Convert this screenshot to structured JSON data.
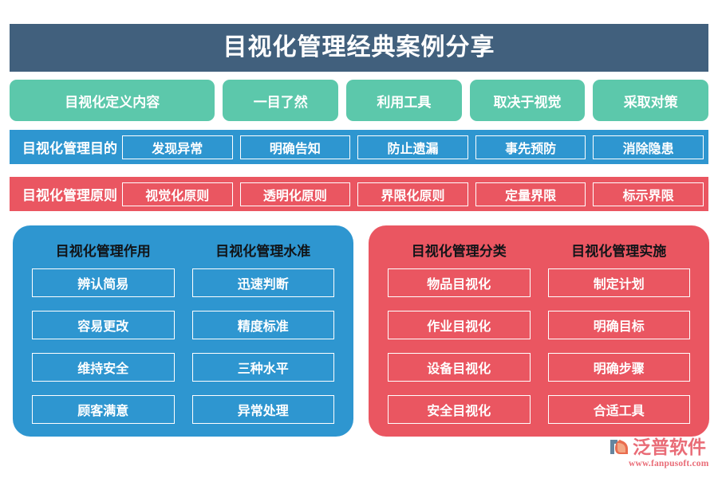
{
  "title": {
    "text": "目视化管理经典案例分享",
    "bg_color": "#41607d",
    "text_color": "#ffffff"
  },
  "definition_row": {
    "color": "#5cc8ab",
    "chips": [
      {
        "label": "目视化定义内容",
        "wide": true
      },
      {
        "label": "一目了然",
        "wide": false
      },
      {
        "label": "利用工具",
        "wide": false
      },
      {
        "label": "取决于视觉",
        "wide": false
      },
      {
        "label": "采取对策",
        "wide": false
      }
    ]
  },
  "purpose_band": {
    "color": "#2e96d0",
    "label": "目视化管理目的",
    "items": [
      "发现异常",
      "明确告知",
      "防止遗漏",
      "事先预防",
      "消除隐患"
    ]
  },
  "principle_band": {
    "color": "#ea5661",
    "label": "目视化管理原则",
    "items": [
      "视觉化原则",
      "透明化原则",
      "界限化原则",
      "定量界限",
      "标示界限"
    ]
  },
  "blue_panel": {
    "color": "#2e96d0",
    "columns": [
      {
        "heading": "目视化管理作用",
        "items": [
          "辨认简易",
          "容易更改",
          "维持安全",
          "顾客满意"
        ]
      },
      {
        "heading": "目视化管理水准",
        "items": [
          "迅速判断",
          "精度标准",
          "三种水平",
          "异常处理"
        ]
      }
    ]
  },
  "red_panel": {
    "color": "#ea5661",
    "columns": [
      {
        "heading": "目视化管理分类",
        "items": [
          "物品目视化",
          "作业目视化",
          "设备目视化",
          "安全目视化"
        ]
      },
      {
        "heading": "目视化管理实施",
        "items": [
          "制定计划",
          "明确目标",
          "明确步骤",
          "合适工具"
        ]
      }
    ]
  },
  "watermark": {
    "brand": "泛普软件",
    "url": "www.fanpusoft.com",
    "color": "#e8606c"
  }
}
